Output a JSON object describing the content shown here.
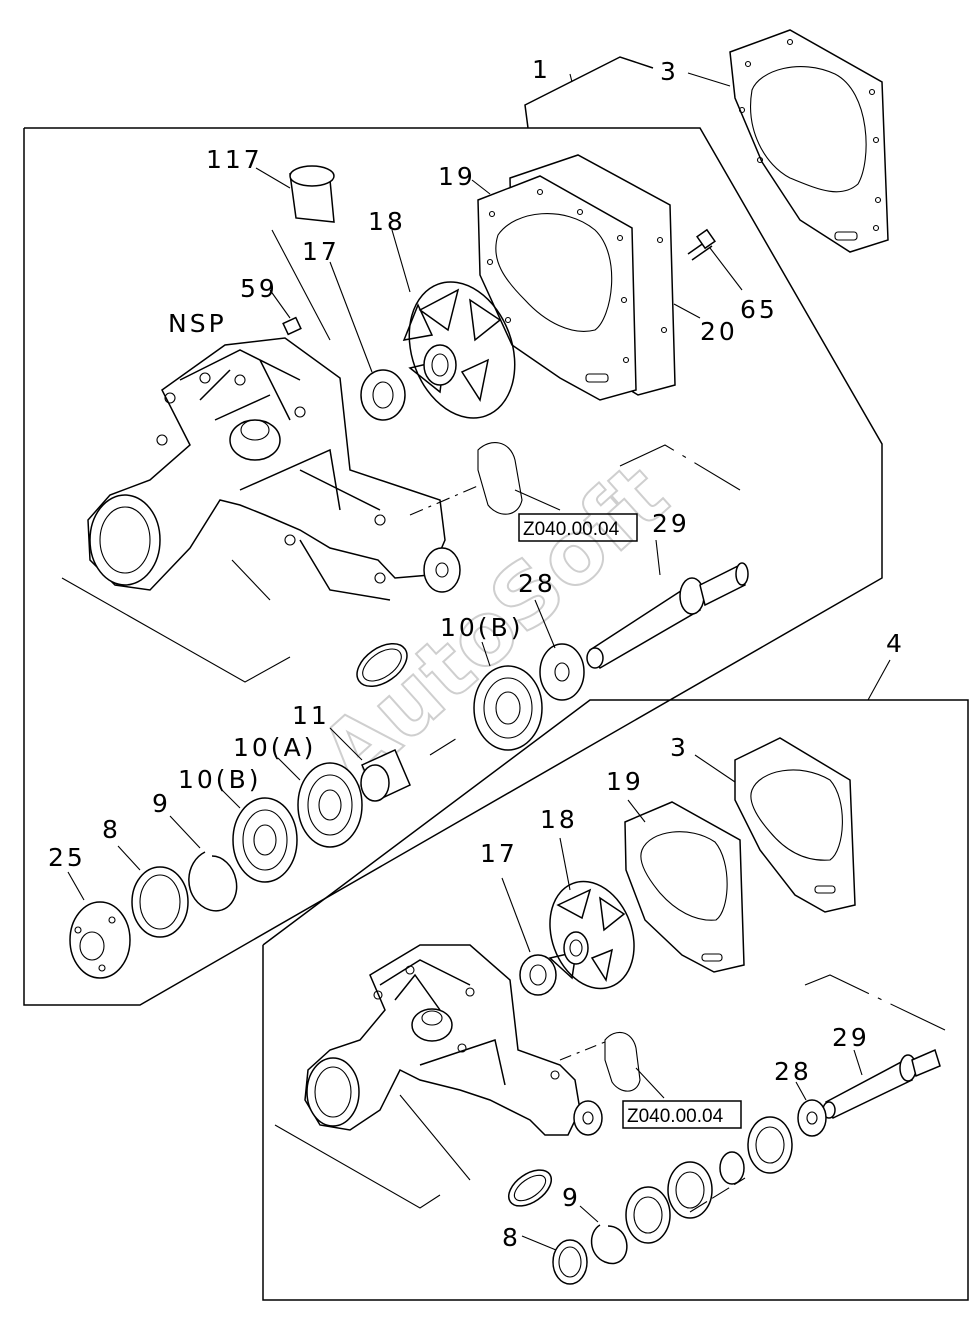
{
  "labels": {
    "p1": "1",
    "p3a": "3",
    "p117": "117",
    "p19a": "19",
    "p18a": "18",
    "p17a": "17",
    "p59": "59",
    "pNSP": "NSP",
    "p65": "65",
    "p20": "20",
    "p29a": "29",
    "p28a": "28",
    "p10Ba": "10(B)",
    "p11": "11",
    "p10A": "10(A)",
    "p10Bb": "10(B)",
    "p9a": "9",
    "p8a": "8",
    "p25": "25",
    "p4": "4",
    "p3b": "3",
    "p19b": "19",
    "p18b": "18",
    "p17b": "17",
    "p29b": "29",
    "p28b": "28",
    "p9b": "9",
    "p8b": "8"
  },
  "refs": {
    "ref1": "Z040.00.04",
    "ref2": "Z040.00.04"
  },
  "watermark": "AutoSoft"
}
